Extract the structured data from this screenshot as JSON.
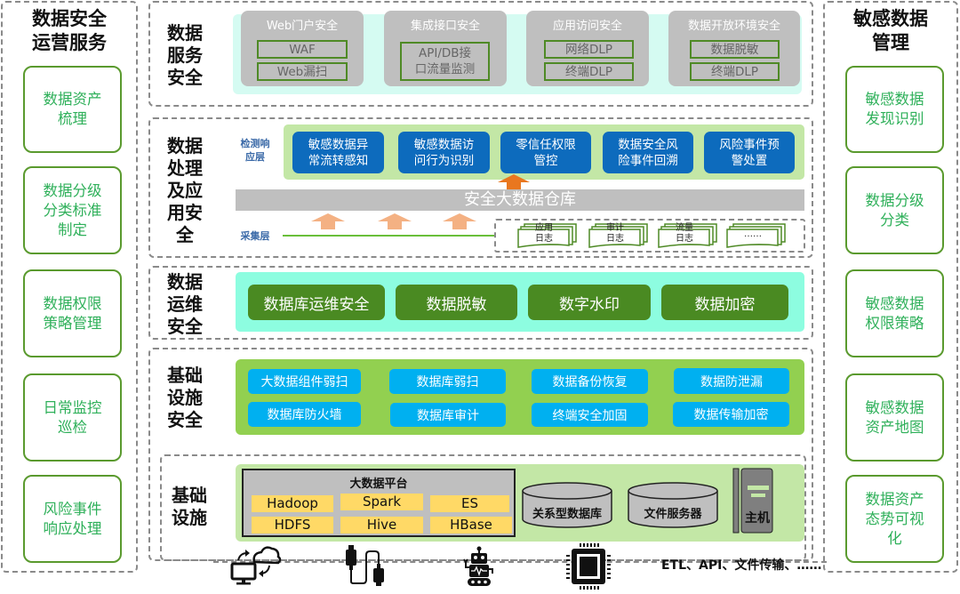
{
  "left_panel": {
    "title": "数据安全\n运营服务",
    "items": [
      {
        "label": "数据资产\n梳理"
      },
      {
        "label": "数据分级\n分类标准\n制定"
      },
      {
        "label": "数据权限\n策略管理"
      },
      {
        "label": "日常监控\n巡检"
      },
      {
        "label": "风险事件\n响应处理"
      }
    ]
  },
  "right_panel": {
    "title": "敏感数据\n管理",
    "items": [
      {
        "label": "敏感数据\n发现识别"
      },
      {
        "label": "数据分级\n分类"
      },
      {
        "label": "敏感数据\n权限策略"
      },
      {
        "label": "敏感数据\n资产地图"
      },
      {
        "label": "数据资产\n态势可视\n化"
      }
    ]
  },
  "layers": {
    "data_service": {
      "label": "数据\n服务\n安全",
      "groups": [
        {
          "title": "Web门户安全",
          "items": [
            "WAF",
            "Web漏扫"
          ]
        },
        {
          "title": "集成接口安全",
          "items": [
            "API/DB接\n口流量监测"
          ]
        },
        {
          "title": "应用访问安全",
          "items": [
            "网络DLP",
            "终端DLP"
          ]
        },
        {
          "title": "数据开放环境安全",
          "items": [
            "数据脱敏",
            "终端DLP"
          ]
        }
      ]
    },
    "data_processing": {
      "label": "数据\n处理\n及应\n用安\n全",
      "detect_layer_label": "检测响\n应层",
      "collect_layer_label": "采集层",
      "detect_items": [
        "敏感数据异\n常流转感知",
        "敏感数据访\n问行为识别",
        "零信任权限\n管控",
        "数据安全风\n险事件回溯",
        "风险事件预\n警处置"
      ],
      "warehouse": "安全大数据仓库",
      "logs": [
        "应用\n日志",
        "审计\n日志",
        "流量\n日志",
        "……"
      ]
    },
    "data_ops": {
      "label": "数据\n运维\n安全",
      "items": [
        "数据库运维安全",
        "数据脱敏",
        "数字水印",
        "数据加密"
      ]
    },
    "infra_security": {
      "label": "基础\n设施\n安全",
      "items": [
        "大数据组件弱扫",
        "数据库弱扫",
        "数据备份恢复",
        "数据防泄漏",
        "数据库防火墙",
        "数据库审计",
        "终端安全加固",
        "数据传输加密"
      ]
    },
    "infrastructure": {
      "label": "基础\n设施",
      "platform_title": "大数据平台",
      "platform_items": [
        "Hadoop",
        "Spark",
        "ES",
        "HDFS",
        "Hive",
        "HBase"
      ],
      "database": "关系型数据库",
      "file_server": "文件服务器",
      "host": "主机"
    }
  },
  "bottom": {
    "icons": [
      "cloud-sync-icon",
      "usb-cable-icon",
      "robot-icon",
      "chip-icon"
    ],
    "text": "ETL、API、文件传输、……"
  },
  "colors": {
    "side_card_border": "#5a9a2e",
    "side_card_text": "#2fb05a",
    "detect_blue": "#0d6bbd",
    "ops_green": "#4a8a22",
    "infra_cyan": "#00b0f0",
    "platform_yellow": "#ffd966",
    "arrow_orange": "#f4b183",
    "arrow_dark_orange": "#e9771f"
  }
}
